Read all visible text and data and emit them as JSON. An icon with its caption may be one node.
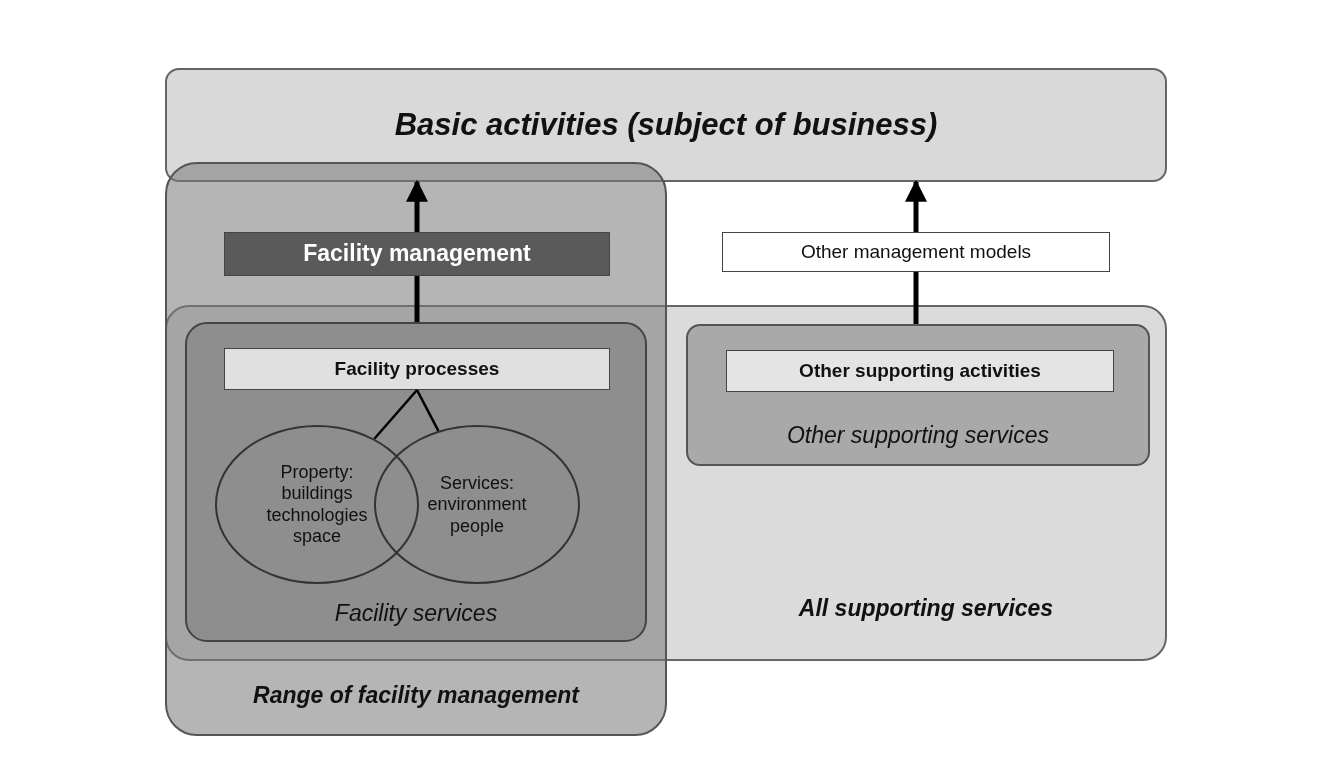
{
  "diagram": {
    "nodes": [
      {
        "text": [
          "Basic activities (subject of business)"
        ]
      },
      {
        "text": [
          "Range of facility management"
        ]
      },
      {
        "text": [
          "Facility management"
        ],
        "in": 1
      },
      {
        "text": [
          "All supporting services"
        ]
      },
      {
        "text": [
          "Facility services"
        ]
      },
      {
        "text": [
          "Facility processes"
        ],
        "in": 4
      },
      {
        "text": [
          "Property: buildings technologies space"
        ],
        "in": 4
      },
      {
        "text": [
          "Services: environment people"
        ],
        "in": 4
      },
      {
        "text": [
          "Other management models"
        ]
      },
      {
        "text": [
          "Other supporting services"
        ],
        "in": 3
      },
      {
        "text": [
          "Other supporting activities"
        ],
        "in": 9
      }
    ],
    "edges": [
      {
        "from": 4,
        "to": 2,
        "arrow": "none"
      },
      {
        "from": 2,
        "to": 0,
        "arrow": "to"
      },
      {
        "from": 9,
        "to": 8,
        "arrow": "none"
      },
      {
        "from": 8,
        "to": 0,
        "arrow": "to"
      },
      {
        "from": 5,
        "to": 6,
        "arrow": "none"
      },
      {
        "from": 5,
        "to": 7,
        "arrow": "none"
      }
    ]
  }
}
